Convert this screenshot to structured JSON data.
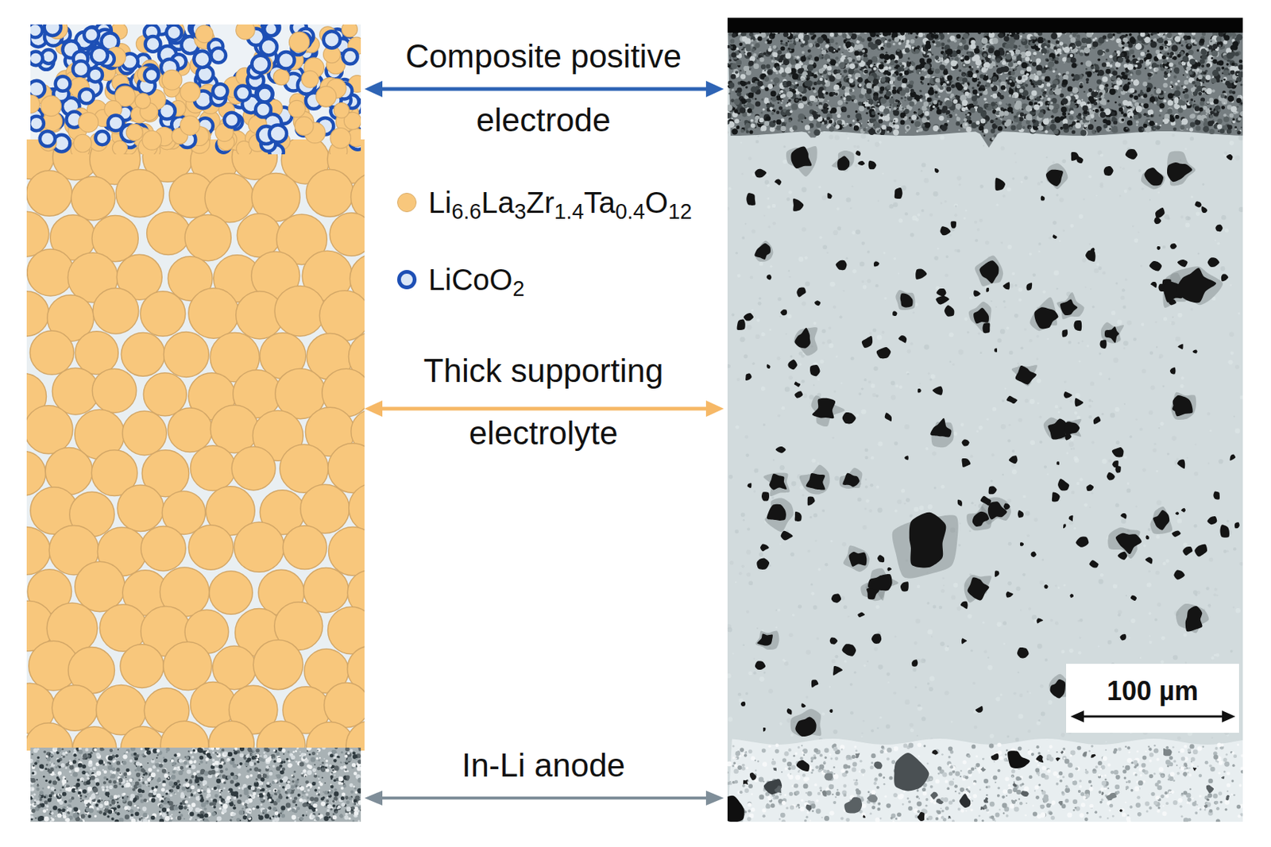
{
  "diagram": {
    "labels": [
      "Composite positive electrode",
      "Thick supporting electrolyte",
      "In-Li anode",
      "100 µm"
    ],
    "legend": [
      {
        "text": "Li6.6La3Zr1.4Ta0.4O12",
        "color": "#f8c77c"
      },
      {
        "text": "LiCoO2",
        "color": "#1d4fb5"
      }
    ]
  }
}
